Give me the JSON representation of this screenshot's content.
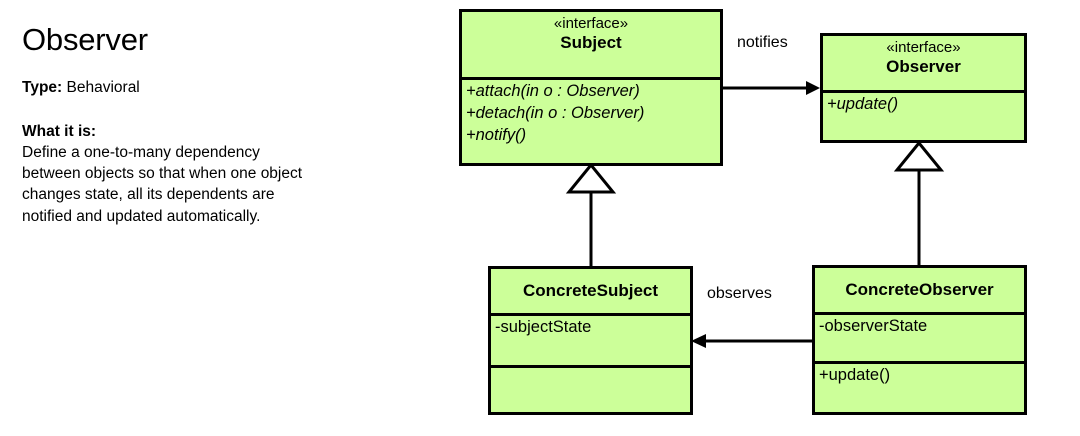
{
  "info": {
    "title": "Observer",
    "type_label": "Type:",
    "type_value": "Behavioral",
    "what_heading": "What it is:",
    "what_body": "Define a one-to-many dependency between objects so that when one object changes state, all its dependents are notified and updated automatically."
  },
  "diagram": {
    "fill_color": "#ccff99",
    "stroke_color": "#000000",
    "classes": [
      {
        "id": "subject",
        "stereotype": "«interface»",
        "name": "Subject",
        "attributes": [],
        "operations": [
          "+attach(in o : Observer)",
          "+detach(in o : Observer)",
          "+notify()"
        ]
      },
      {
        "id": "observer",
        "stereotype": "«interface»",
        "name": "Observer",
        "attributes": [],
        "operations": [
          "+update()"
        ]
      },
      {
        "id": "concrete-subject",
        "stereotype": "",
        "name": "ConcreteSubject",
        "attributes": [
          "-subjectState"
        ],
        "operations": []
      },
      {
        "id": "concrete-observer",
        "stereotype": "",
        "name": "ConcreteObserver",
        "attributes": [
          "-observerState"
        ],
        "operations": [
          "+update()"
        ]
      }
    ],
    "relationships": [
      {
        "id": "notifies",
        "label": "notifies",
        "kind": "association",
        "from": "Subject",
        "to": "Observer"
      },
      {
        "id": "observes",
        "label": "observes",
        "kind": "association",
        "from": "ConcreteObserver",
        "to": "ConcreteSubject"
      },
      {
        "id": "concrete-subject-realizes-subject",
        "label": "",
        "kind": "generalization",
        "from": "ConcreteSubject",
        "to": "Subject"
      },
      {
        "id": "concrete-observer-realizes-observer",
        "label": "",
        "kind": "generalization",
        "from": "ConcreteObserver",
        "to": "Observer"
      }
    ]
  }
}
